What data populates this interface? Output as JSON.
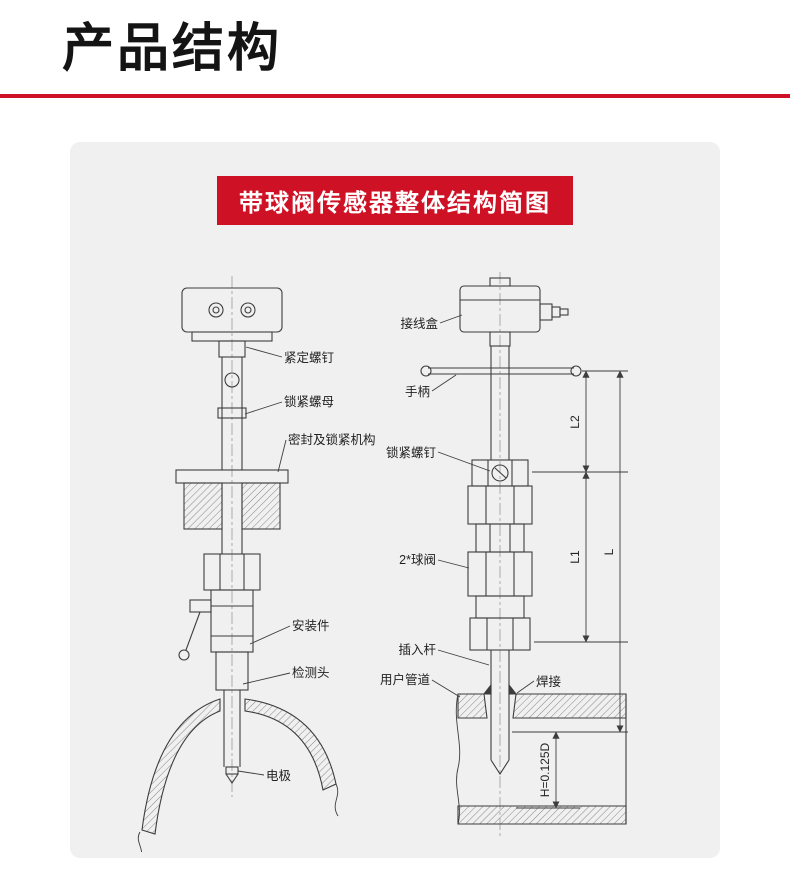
{
  "page": {
    "title": "产品结构",
    "accent_color": "#cf1125",
    "panel_bg": "#f0f0f0"
  },
  "panel": {
    "banner": "带球阀传感器整体结构简图",
    "banner_bg": "#cf1125",
    "banner_text_color": "#ffffff"
  },
  "left_diagram": {
    "labels": {
      "set_screw": "紧定螺钉",
      "lock_nut": "锁紧螺母",
      "seal_lock": "密封及锁紧机构",
      "mount": "安装件",
      "probe_head": "检测头",
      "electrode": "电极"
    }
  },
  "right_diagram": {
    "labels": {
      "junction_box": "接线盒",
      "handle": "手柄",
      "lock_screw": "锁紧螺钉",
      "ball_valve": "2*球阀",
      "insert_rod": "插入杆",
      "user_pipe": "用户管道",
      "weld": "焊接"
    },
    "dims": {
      "l2": "L2",
      "l1": "L1",
      "l": "L",
      "h": "H=0.125D"
    }
  }
}
